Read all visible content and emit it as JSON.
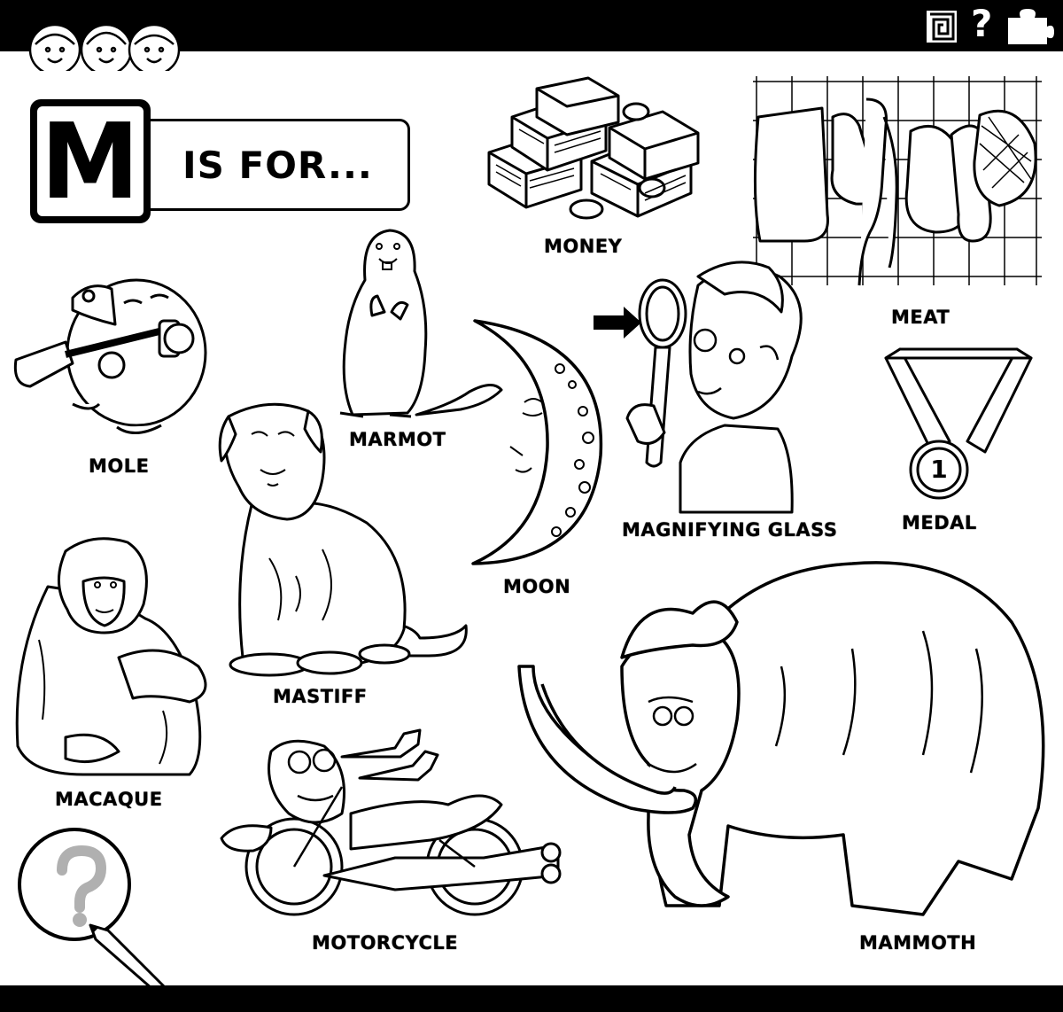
{
  "header": {
    "letter": "M",
    "intro": "IS FOR...",
    "question_mark": "?"
  },
  "words": {
    "money": "MONEY",
    "meat": "MEAT",
    "mole": "MOLE",
    "marmot": "MARMOT",
    "magnifying_glass": "MAGNIFYING GLASS",
    "medal": "MEDAL",
    "moon": "MOON",
    "mastiff": "MASTIFF",
    "macaque": "MACAQUE",
    "motorcycle": "MOTORCYCLE",
    "mammoth": "MAMMOTH"
  },
  "medal": {
    "number": "1"
  },
  "colors": {
    "ink": "#000000",
    "paper": "#ffffff",
    "question_gray": "#b0b0b0"
  },
  "icons": [
    "kids-faces-icon",
    "maze-icon",
    "question-icon",
    "puzzle-icon",
    "magnifier-question-icon",
    "pencil-icon"
  ]
}
